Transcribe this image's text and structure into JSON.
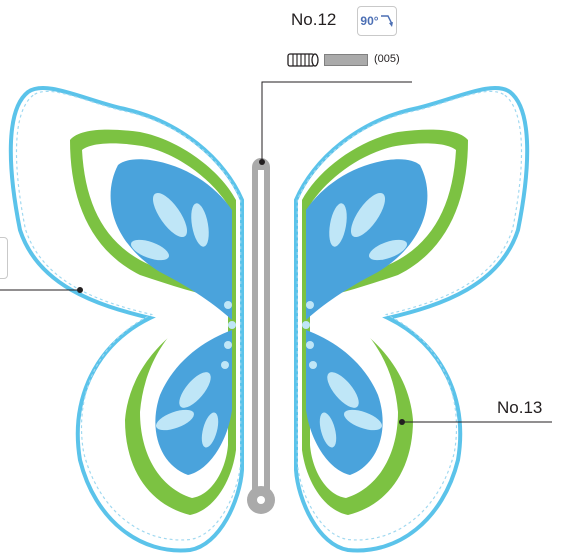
{
  "callouts": {
    "top_label": "No.12",
    "right_label": "No.13"
  },
  "rotation": {
    "value": "90°",
    "icon": "rotate-clockwise-icon"
  },
  "thread": {
    "icon": "thread-spool-icon",
    "swatch_color": "#aaaaaa",
    "code": "(005)"
  },
  "colors": {
    "outline_blue": "#5bc3ea",
    "light_blue": "#bfe6f7",
    "mid_blue": "#4aa3dc",
    "green": "#7cc242",
    "gray": "#aaaaaa",
    "leader": "#231f20"
  }
}
